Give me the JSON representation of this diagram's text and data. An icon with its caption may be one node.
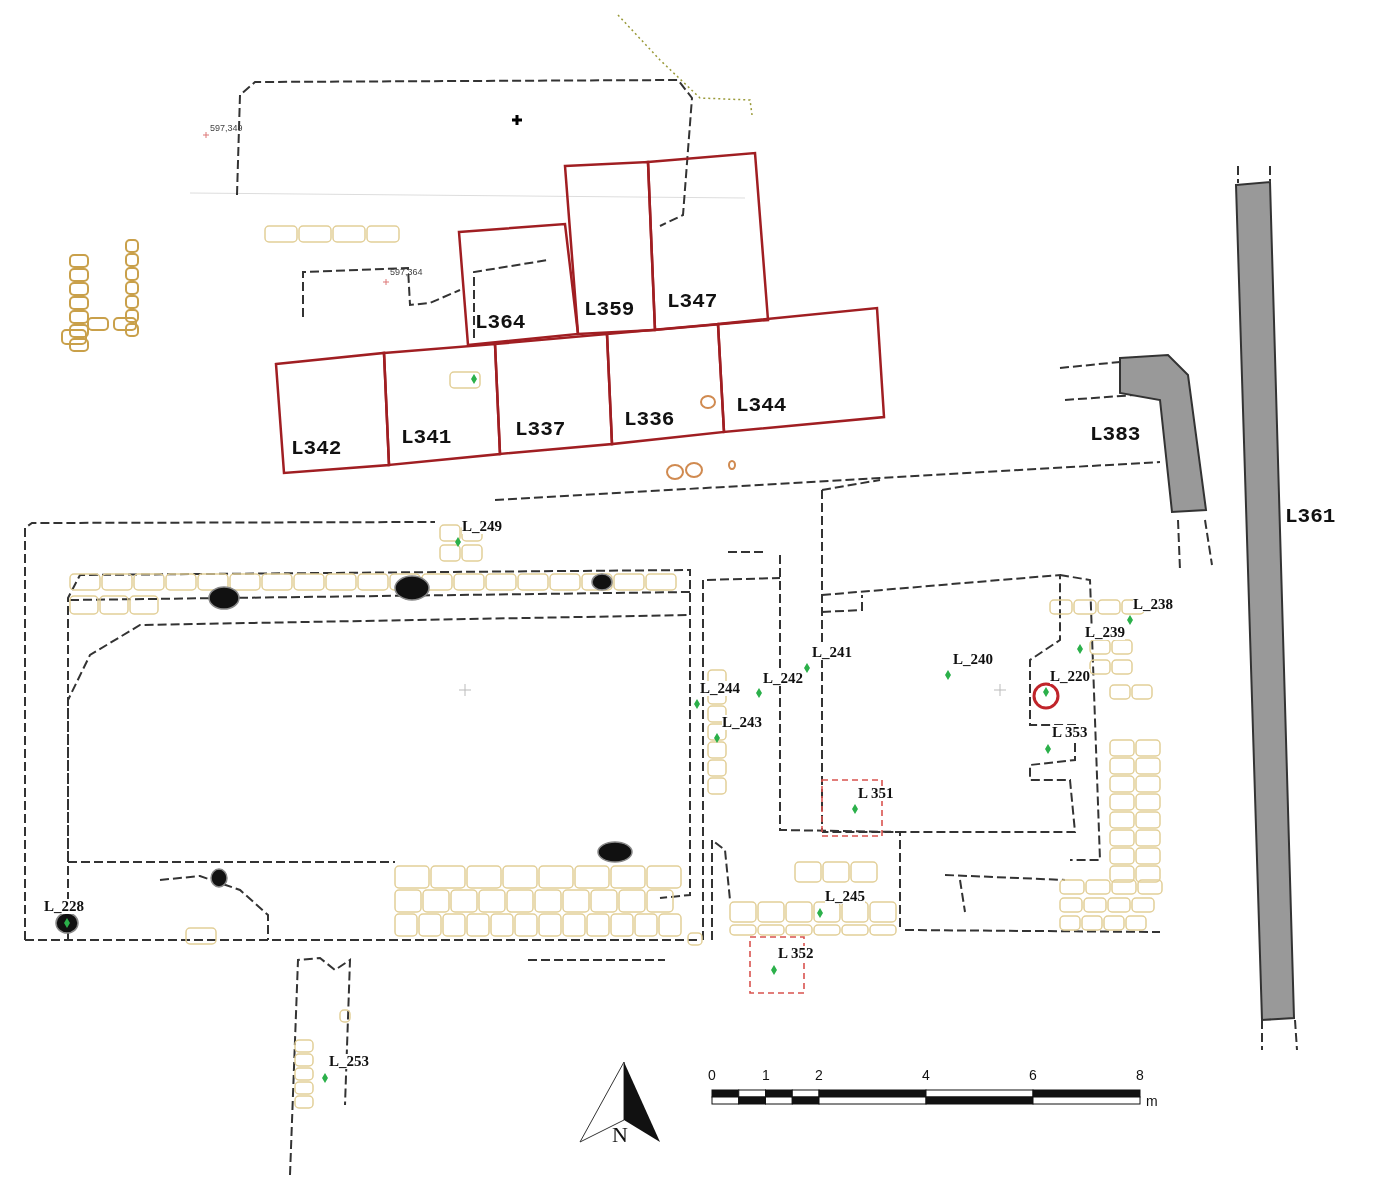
{
  "diagram": {
    "nodes": [
      {
        "text": [
          "L364"
        ]
      },
      {
        "text": [
          "L359"
        ]
      },
      {
        "text": [
          "L347"
        ]
      },
      {
        "text": [
          "L342"
        ]
      },
      {
        "text": [
          "L341"
        ]
      },
      {
        "text": [
          "L337"
        ]
      },
      {
        "text": [
          "L336"
        ]
      },
      {
        "text": [
          "L344"
        ]
      },
      {
        "text": [
          "L 351"
        ]
      },
      {
        "text": [
          "L 352"
        ]
      }
    ],
    "edges": [],
    "labels": [
      "597,349",
      "597,364",
      "L383",
      "L_249",
      "L361",
      "L_238",
      "L_239",
      "L_241",
      "L_240",
      "L_242",
      "L_244",
      "L_220",
      "L_243",
      "L 353",
      "L_245",
      "L_228",
      "L_253",
      "0",
      "1",
      "2",
      "4",
      "6",
      "8",
      "m",
      "N"
    ]
  }
}
